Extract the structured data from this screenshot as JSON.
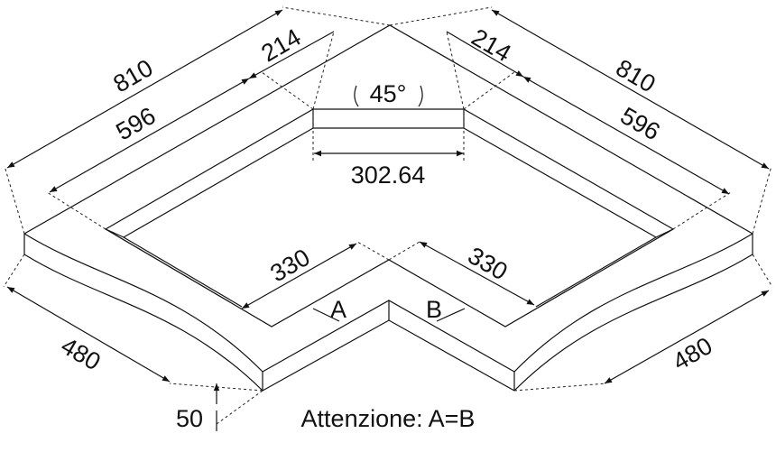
{
  "dimensions": {
    "left_overall": "810",
    "left_inner": "596",
    "left_offset": "214",
    "right_offset": "214",
    "right_overall": "810",
    "right_inner": "596",
    "angle": "45°",
    "cutout_front": "302.64",
    "left_arm": "330",
    "right_arm": "330",
    "left_depth": "480",
    "right_depth": "480",
    "thickness": "50"
  },
  "markers": {
    "a": "A",
    "b": "B"
  },
  "note": "Attenzione: A=B"
}
